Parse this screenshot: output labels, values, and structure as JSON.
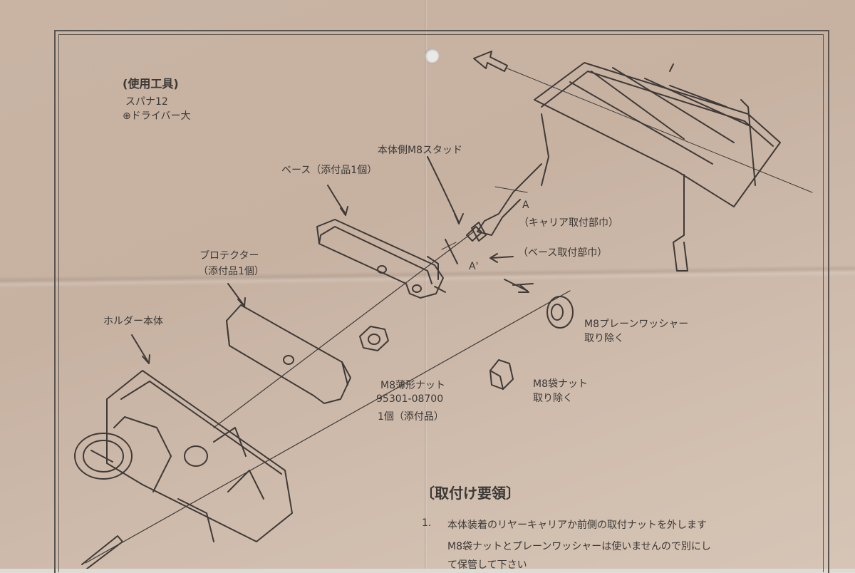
{
  "tools": {
    "heading": "(使用工具)",
    "item1": "スパナ12",
    "item2": "⊕ドライバー大"
  },
  "labels": {
    "stud": "本体側M8スタッド",
    "base": "ベース（添付品1個）",
    "protector_1": "プロテクター",
    "protector_2": "（添付品1個）",
    "holder": "ホルダー本体",
    "a": "A",
    "carrier_width": "（キャリア取付部巾）",
    "base_width": "（ベース取付部巾）",
    "a_prime": "A'",
    "washer_1": "M8プレーンワッシャー",
    "washer_2": "取り除く",
    "cap_nut_1": "M8袋ナット",
    "cap_nut_2": "取り除く",
    "thin_nut_1": "M8薄形ナット",
    "thin_nut_2": "95301-08700",
    "thin_nut_3": "1個（添付品）"
  },
  "instructions": {
    "heading": "〔取付け要領〕",
    "step1_num": "1.",
    "step1_line1": "本体装着のリヤーキャリアか前側の取付ナットを外します",
    "step1_line2": "M8袋ナットとプレーンワッシャーは使いませんので別にし",
    "step1_line3": "て保管して下さい"
  }
}
